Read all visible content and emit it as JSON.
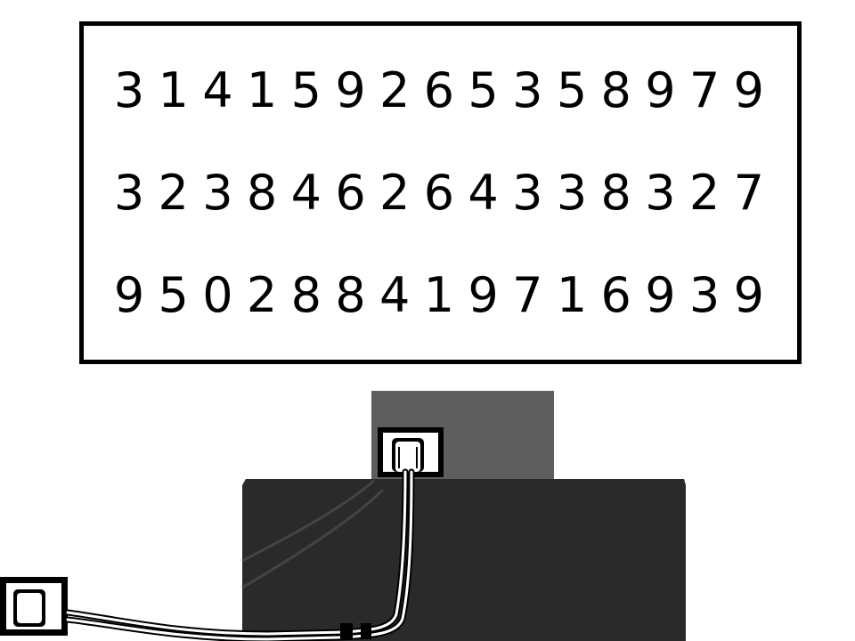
{
  "board": {
    "rows": [
      [
        "3",
        "1",
        "4",
        "1",
        "5",
        "9",
        "2",
        "6",
        "5",
        "3",
        "5",
        "8",
        "9",
        "7",
        "9"
      ],
      [
        "3",
        "2",
        "3",
        "8",
        "4",
        "6",
        "2",
        "6",
        "4",
        "3",
        "3",
        "8",
        "3",
        "2",
        "7"
      ],
      [
        "9",
        "5",
        "0",
        "2",
        "8",
        "8",
        "4",
        "1",
        "9",
        "7",
        "1",
        "6",
        "9",
        "3",
        "9"
      ]
    ]
  },
  "colors": {
    "device_body": "#2a2a2a",
    "device_top": "#5e5e5e",
    "socket_frame": "#000000",
    "cable": "#ffffff",
    "border": "#000000"
  }
}
